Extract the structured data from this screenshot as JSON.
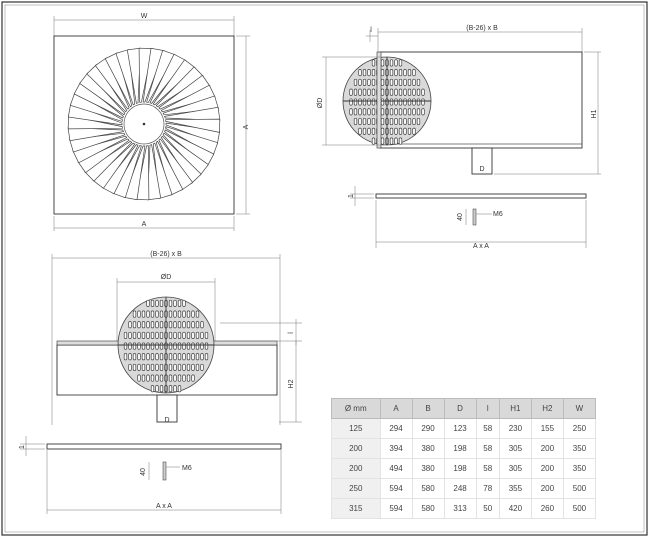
{
  "front_view": {
    "label_w": "W",
    "label_a_side": "A",
    "label_a_bottom": "A"
  },
  "side_view_top": {
    "label_top": "(B-26) x B",
    "label_l": "l",
    "label_od": "ØD",
    "label_h1": "H1",
    "label_d": "D",
    "label_t": "1"
  },
  "detail_top": {
    "label_m6": "M6",
    "label_40": "40",
    "label_axa": "A x A"
  },
  "side_view_bottom": {
    "label_top": "(B-26) x B",
    "label_od": "ØD",
    "label_l": "l",
    "label_h2": "H2",
    "label_d": "D",
    "label_t": "1"
  },
  "detail_bottom": {
    "label_m6": "M6",
    "label_40": "40",
    "label_axa": "A x A"
  },
  "table": {
    "headers": [
      "Ø mm",
      "A",
      "B",
      "D",
      "l",
      "H1",
      "H2",
      "W"
    ],
    "rows": [
      [
        "125",
        "294",
        "290",
        "123",
        "58",
        "230",
        "155",
        "250"
      ],
      [
        "200",
        "394",
        "380",
        "198",
        "58",
        "305",
        "200",
        "350"
      ],
      [
        "200",
        "494",
        "380",
        "198",
        "58",
        "305",
        "200",
        "350"
      ],
      [
        "250",
        "594",
        "580",
        "248",
        "78",
        "355",
        "200",
        "500"
      ],
      [
        "315",
        "594",
        "580",
        "313",
        "50",
        "420",
        "260",
        "500"
      ]
    ]
  }
}
